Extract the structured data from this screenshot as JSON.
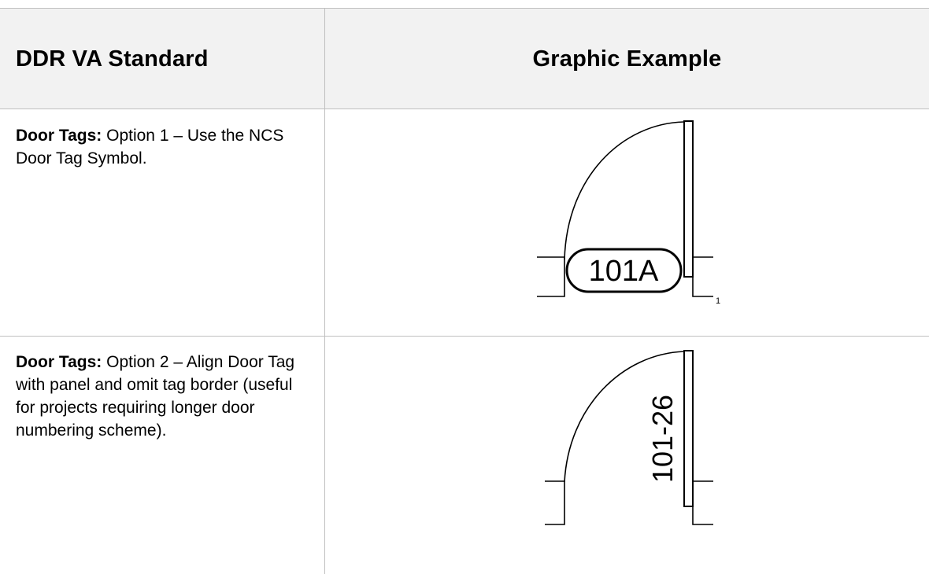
{
  "table": {
    "headers": {
      "standard": "DDR VA Standard",
      "example": "Graphic Example"
    },
    "rows": [
      {
        "label": "Door Tags:",
        "text": "  Option 1 – Use the NCS Door Tag Symbol.",
        "tag": "101A",
        "footnote": "1"
      },
      {
        "label": "Door Tags:",
        "text": "  Option 2 – Align Door Tag with panel and omit tag border (useful for projects requiring longer door numbering scheme).",
        "tag": "101-26"
      }
    ]
  }
}
